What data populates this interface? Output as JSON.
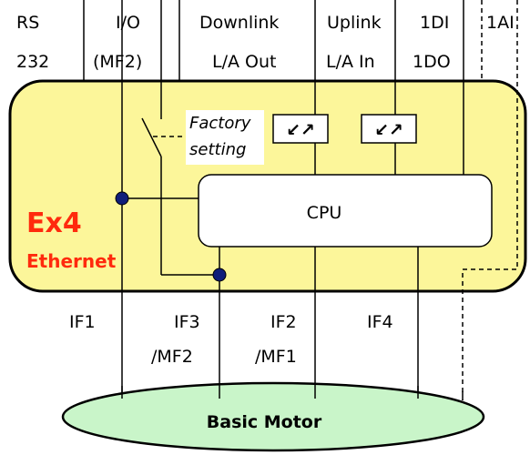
{
  "top_labels": {
    "rs232_line1": "RS",
    "rs232_line2": "232",
    "io_line1": "I/O",
    "io_line2": "(MF2)",
    "downlink_line1": "Downlink",
    "downlink_line2": "L/A Out",
    "uplink_line1": "Uplink",
    "uplink_line2": "L/A In",
    "di_line1": "1DI",
    "di_line2": "1DO",
    "ai": "1AI"
  },
  "device": {
    "name": "Ex4",
    "subtitle": "Ethernet",
    "cpu": "CPU",
    "factory_line1": "Factory",
    "factory_line2": "setting",
    "downlink_arrows": "↙↗",
    "uplink_arrows": "↙↗",
    "fill_color": "#fcf69a"
  },
  "interfaces": {
    "if1": "IF1",
    "if3_line1": "IF3",
    "if3_line2": "/MF2",
    "if2_line1": "IF2",
    "if2_line2": "/MF1",
    "if4": "IF4"
  },
  "motor": {
    "label": "Basic Motor",
    "fill_color": "#c9f5c9"
  }
}
